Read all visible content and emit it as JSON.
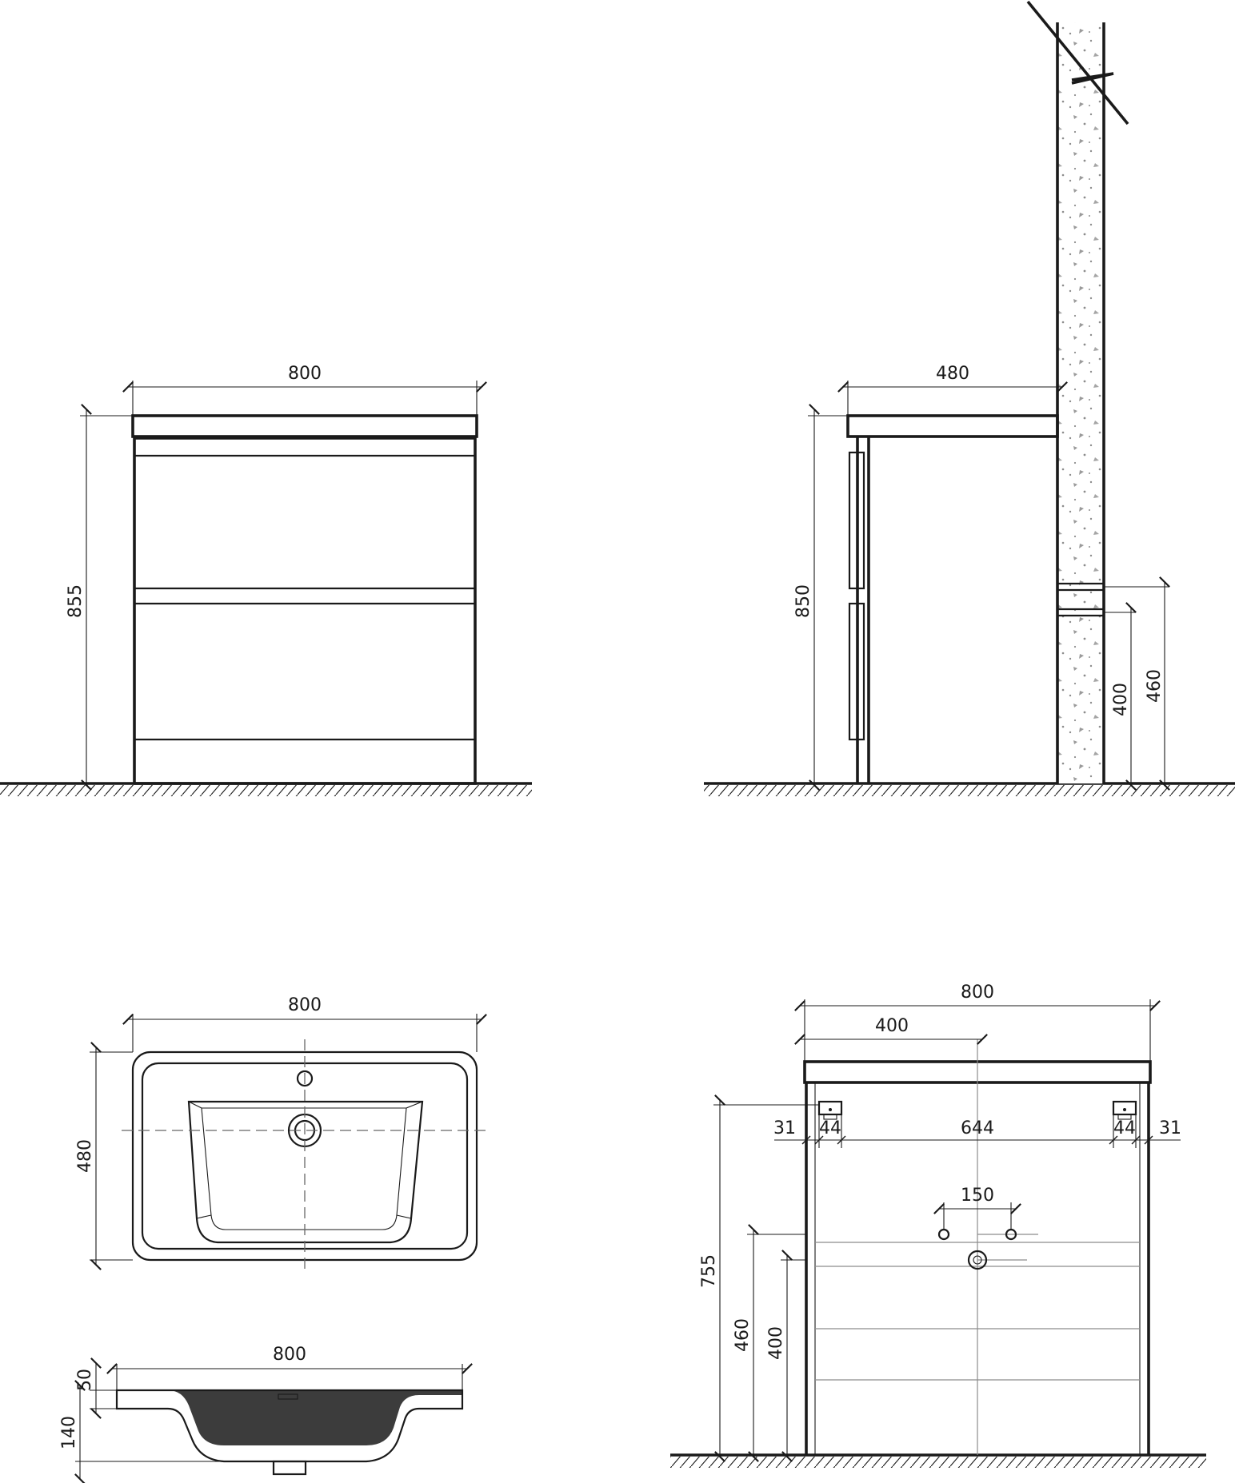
{
  "front_view": {
    "width_label": "800",
    "height_label": "855"
  },
  "side_view": {
    "depth_label": "480",
    "height_label": "850",
    "outlet_height_label": "400",
    "supply_height_label": "460"
  },
  "top_view": {
    "width_label": "800",
    "depth_label": "480"
  },
  "section_view": {
    "width_label": "800",
    "rim_label": "50",
    "depth_label": "140"
  },
  "rear_view": {
    "width_label": "800",
    "half_width_label": "400",
    "left_edge_label": "31",
    "left_bracket_label": "44",
    "bracket_span_label": "644",
    "right_bracket_label": "44",
    "right_edge_label": "31",
    "supply_spacing_label": "150",
    "mount_height_label": "755",
    "supply_height_label": "460",
    "outlet_height_label": "400"
  }
}
